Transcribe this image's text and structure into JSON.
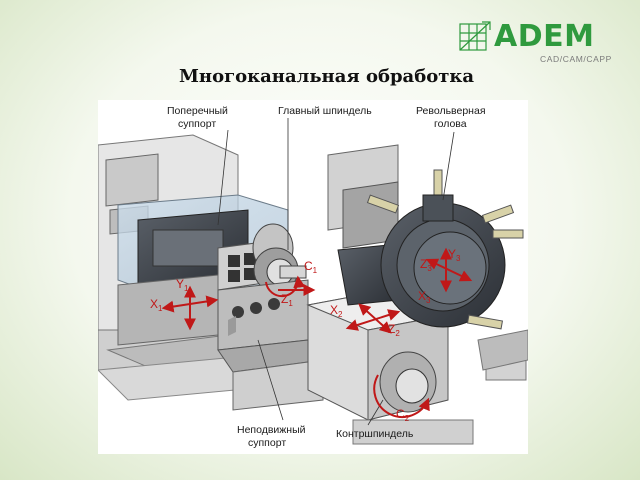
{
  "logo": {
    "word": "ADEM",
    "subtitle": "CAD/CAM/CAPP",
    "brand_color": "#2f9a3e"
  },
  "title": "Многоканальная обработка",
  "diagram": {
    "labels": {
      "cross_slide": [
        "Поперечный",
        "суппорт"
      ],
      "main_spindle": [
        "Главный шпиндель"
      ],
      "turret": [
        "Револьверная",
        "голова"
      ],
      "fixed_slide": [
        "Неподвижный",
        "суппорт"
      ],
      "counter_spindle": [
        "Контршпиндель"
      ]
    },
    "axes": {
      "y1": [
        "Y",
        "1"
      ],
      "x1": [
        "X",
        "1"
      ],
      "z1": [
        "Z",
        "1"
      ],
      "c1": [
        "C",
        "1"
      ],
      "x2": [
        "X",
        "2"
      ],
      "z2": [
        "Z",
        "2"
      ],
      "c2": [
        "C",
        "2"
      ],
      "z3": [
        "Z",
        "3"
      ],
      "y3": [
        "Y",
        "3"
      ],
      "x3": [
        "X",
        "3"
      ]
    },
    "accent_color": "#c01818"
  }
}
